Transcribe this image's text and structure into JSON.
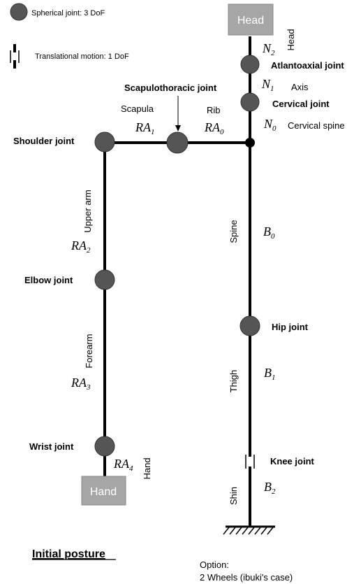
{
  "legend": {
    "spherical": "Spherical joint: 3 DoF",
    "translational": "Translational motion: 1 DoF"
  },
  "boxes": {
    "head": "Head",
    "hand": "Hand"
  },
  "joints": {
    "atlantoaxial": "Atlantoaxial joint",
    "cervical": "Cervical joint",
    "scapulothoracic": "Scapulothoracic joint",
    "shoulder": "Shoulder joint",
    "elbow": "Elbow joint",
    "wrist": "Wrist joint",
    "hip": "Hip joint",
    "knee": "Knee joint"
  },
  "segments": {
    "head_vertical": "Head",
    "axis": "Axis",
    "cervical_spine": "Cervical spine",
    "scapula": "Scapula",
    "rib": "Rib",
    "upper_arm": "Upper arm",
    "forearm": "Forearm",
    "hand_vertical": "Hand",
    "spine": "Spine",
    "thigh": "Thigh",
    "shin": "Shin"
  },
  "symbols": {
    "N2": {
      "base": "N",
      "sub": "2"
    },
    "N1": {
      "base": "N",
      "sub": "1"
    },
    "N0": {
      "base": "N",
      "sub": "0"
    },
    "RA0": {
      "base": "RA",
      "sub": "0"
    },
    "RA1": {
      "base": "RA",
      "sub": "1"
    },
    "RA2": {
      "base": "RA",
      "sub": "2"
    },
    "RA3": {
      "base": "RA",
      "sub": "3"
    },
    "RA4": {
      "base": "RA",
      "sub": "4"
    },
    "B0": {
      "base": "B",
      "sub": "0"
    },
    "B1": {
      "base": "B",
      "sub": "1"
    },
    "B2": {
      "base": "B",
      "sub": "2"
    }
  },
  "caption": "Initial posture",
  "option": {
    "line1": "Option:",
    "line2": "2 Wheels (ibuki's case)"
  },
  "colors": {
    "joint": "#555555",
    "box": "#a6a6a6",
    "line": "#000000"
  }
}
